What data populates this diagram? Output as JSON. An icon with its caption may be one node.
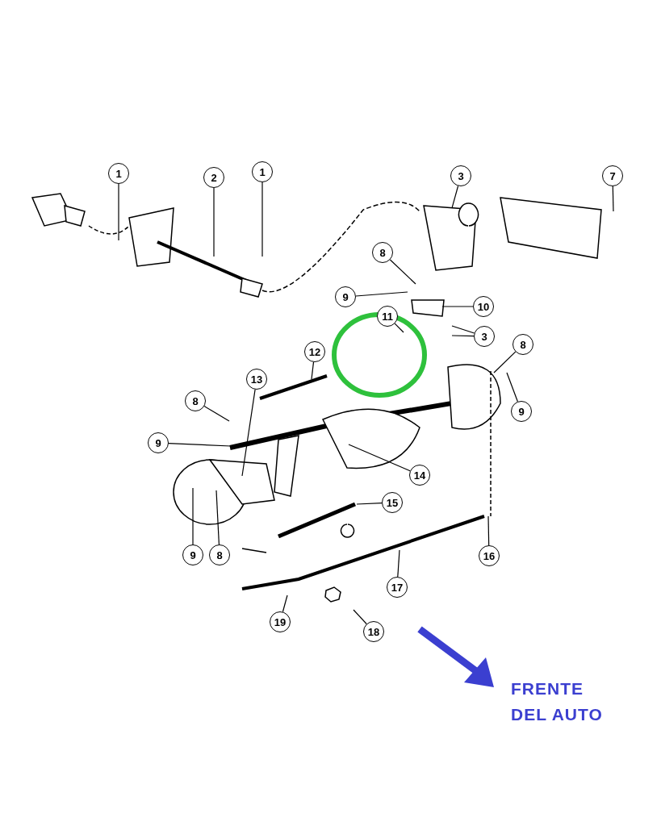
{
  "diagram": {
    "nodes": [
      {
        "text": [
          "1"
        ]
      },
      {
        "text": [
          "2"
        ]
      },
      {
        "text": [
          "1"
        ]
      },
      {
        "text": [
          "3"
        ]
      },
      {
        "text": [
          "7"
        ]
      },
      {
        "text": [
          "8"
        ]
      },
      {
        "text": [
          "9"
        ]
      },
      {
        "text": [
          "10"
        ]
      },
      {
        "text": [
          "11"
        ]
      },
      {
        "text": [
          "3"
        ]
      },
      {
        "text": [
          "12"
        ]
      },
      {
        "text": [
          "8"
        ]
      },
      {
        "text": [
          "13"
        ]
      },
      {
        "text": [
          "8"
        ]
      },
      {
        "text": [
          "9"
        ]
      },
      {
        "text": [
          "9"
        ]
      },
      {
        "text": [
          "14"
        ]
      },
      {
        "text": [
          "15"
        ]
      },
      {
        "text": [
          "9"
        ]
      },
      {
        "text": [
          "8"
        ]
      },
      {
        "text": [
          "16"
        ]
      },
      {
        "text": [
          "17"
        ]
      },
      {
        "text": [
          "19"
        ]
      },
      {
        "text": [
          "18"
        ]
      }
    ],
    "edges": [
      {
        "from": 0,
        "to": null,
        "arrow": "none"
      },
      {
        "from": 1,
        "to": null,
        "arrow": "none"
      },
      {
        "from": 2,
        "to": null,
        "arrow": "none"
      },
      {
        "from": 3,
        "to": null,
        "arrow": "none"
      },
      {
        "from": 4,
        "to": null,
        "arrow": "none"
      },
      {
        "from": 5,
        "to": null,
        "arrow": "none"
      },
      {
        "from": 6,
        "to": null,
        "arrow": "none"
      },
      {
        "from": 7,
        "to": null,
        "arrow": "none"
      },
      {
        "from": 8,
        "to": null,
        "arrow": "none"
      },
      {
        "from": 9,
        "to": null,
        "arrow": "none"
      },
      {
        "from": 9,
        "to": null,
        "arrow": "none"
      },
      {
        "from": 10,
        "to": null,
        "arrow": "none"
      },
      {
        "from": 11,
        "to": null,
        "arrow": "none"
      },
      {
        "from": 12,
        "to": null,
        "arrow": "none"
      },
      {
        "from": 13,
        "to": null,
        "arrow": "none"
      },
      {
        "from": 14,
        "to": null,
        "arrow": "none"
      },
      {
        "from": 15,
        "to": null,
        "arrow": "none"
      },
      {
        "from": 16,
        "to": null,
        "arrow": "none"
      },
      {
        "from": 17,
        "to": null,
        "arrow": "none"
      },
      {
        "from": 18,
        "to": null,
        "arrow": "none"
      },
      {
        "from": 19,
        "to": null,
        "arrow": "none"
      },
      {
        "from": 20,
        "to": null,
        "arrow": "none"
      },
      {
        "from": 21,
        "to": null,
        "arrow": "none"
      },
      {
        "from": 22,
        "to": null,
        "arrow": "none"
      },
      {
        "from": 23,
        "to": null,
        "arrow": "none"
      }
    ],
    "labels": [
      "FRENTE DEL AUTO"
    ]
  }
}
